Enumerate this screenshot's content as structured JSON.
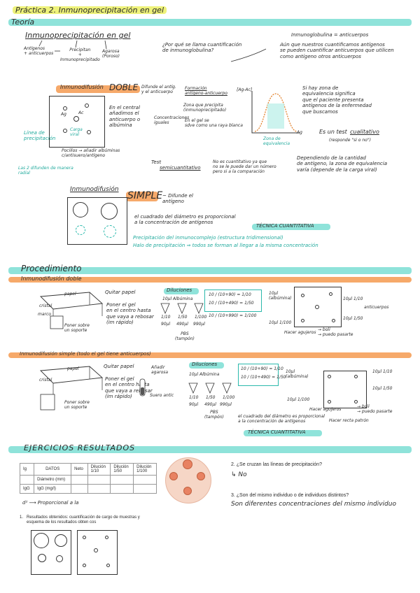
{
  "header": {
    "title": "Práctica 2. Inmunoprecipitación en gel",
    "section_teoria": "Teoría"
  },
  "teoria": {
    "inmuno_gel": "Inmunoprecipitación en gel",
    "antigenos": "Antígenos\n+ anticuerpos",
    "precipitan": "Precipitan\n+\nInmunoprecipitado",
    "agarosa": "Agarosa\n(Poroso)",
    "question": "¿Por qué se llama cuantificación de inmunoglobulina?",
    "inmunoglobulina": "Inmunoglobulina = anticuerpos",
    "aun_que": "Aún que nuestros cuantificamos antígenos\nse pueden cuantificar anticuerpos que utilicen\ncomo antígeno otros anticuerpos",
    "doble_label": "Inmunodifusión",
    "doble_word": "DOBLE",
    "difunde_ambos": "Difunde el antíg.\ny el anticuerpo",
    "formacion": "Formación\nantígeno-anticuerpo",
    "ag_ac_axis": "[Ag-Ac]",
    "ag_axis": "[Ag]",
    "zona_eq_label": "Zona de\nequivalencia",
    "si_hay": "Si hay zona de\nequivalencia significa\nque el paciente presenta\nantígenos de la enfermedad\nque buscamos",
    "test_cual": "Es un test",
    "cualitativo": "cualitativo",
    "responde": "(responde \"si o no\")",
    "central": "En el central\nañadimos el\nanticuerpo o\nalbúmina",
    "concentraciones": "Concentraciones\niguales",
    "zona_precip": "Zona que precipita\n(inmunoprecipitado)",
    "en_gel": "En el gel se\nsdve como una raya blanca",
    "ag": "Ag",
    "ac": "Ac",
    "linea_prec": "Línea de\nprecipitación",
    "pocillos": "Pocillos → añadir albúminas\nc/antisuero/antígeno",
    "las2": "Las 2 difunden de manera\nradial",
    "carga_viral": "Carga\nviral",
    "test_semi": "Test",
    "semicuant": "semicuantitativo",
    "no_cuant": "No es cuantitativo ya que\nno se le puede dar un número\npero si a la comparación",
    "dependiendo": "Dependiendo de la cantidad\nde antígeno, la zona de equivalencia\nvaría (depende de la carga viral)",
    "simple_label": "Inmunodifusión",
    "simple_word": "SIMPLE",
    "difunde_antigeno": "~ Difunde el\nantígeno",
    "cuadrado": "el cuadrado del diámetro es proporcional\na la concentración de antígenos",
    "tecnica_cuant": "TÉCNICA CUANTITATIVA",
    "precipitacion_complejo": "Precipitación del inmunocomplejo (estructura tridimensional)",
    "halo": "Halo de precipitación ⇒ todos se forman al llegar a la misma concentración"
  },
  "procedimiento": {
    "title": "Procedimiento",
    "doble_title": "Inmunodifusión doble",
    "quitar_papel": "Quitar papel",
    "poner_gel": "Poner el gel\nen el centro hasta\nque vaya a rebosar\n(im rápido)",
    "cristal": "cristal",
    "marco": "marco",
    "papel": "papel",
    "poner_sobre": "Poner sobre\nun soporte",
    "diluciones": "Diluciones",
    "d_vals": [
      "10µl",
      "10µl Albúmina"
    ],
    "tubes": [
      "1/10",
      "1/50",
      "1/100"
    ],
    "tube_amounts": [
      "90µl",
      "490µl",
      "990µl"
    ],
    "pbs": "PBS\n(tampón)",
    "frac1": "10 / (10+90) = 1/10",
    "frac2": "10 / (10+490) = 1/50",
    "frac3": "10 / (10+990) = 1/100",
    "anticuerpo": "anticuerpos",
    "albumina_10": "10µl\n(albúmina)",
    "d1": "10µl 1/10",
    "d2": "10µl 1/50",
    "d3": "10µl 1/100",
    "hacer_agujeros": "Hacer agujeros",
    "boli": "→ boli\n→ puedo pasarte",
    "simple_title": "Inmunodifusión simple (todo el gel tiene anticuerpos)",
    "anadir_agarosa": "Añadir\nagarosa",
    "suero_anti": "Suero antic",
    "diluciones2": "Diluciones",
    "s_albumina": "10µl Albúmina",
    "s_albumina2": "10µl\n(albúmina)",
    "s_tube_amounts": [
      "90µl",
      "490µl",
      "990µl"
    ],
    "s_1_10": "10µl 1/10",
    "s_1_50": "10µl 1/50",
    "s_1_100": "10µl 1/100",
    "hacer_recta": "Hacer recta patrón",
    "cuadrado2": "el cuadrado del diámetro es proporcional\na la concentración de antígenos",
    "tecnica_cuant2": "TÉCNICA CUANTITATIVA"
  },
  "ejercicios": {
    "title": "EJERCICIOS RESULTADOS",
    "table": {
      "col_ig": "Ig",
      "col_datos": "DATOS",
      "col_neto": "Neto",
      "col_d10": "Dilución\n1/10",
      "col_d50": "Dilución\n1/50",
      "col_d100": "Dilución\n1/100",
      "row_diam": "Diámetro (mm)",
      "row_igg": "IgG",
      "row_igg_val": "IgG (mg/l)"
    },
    "d2_prop": "d² ⟶ Proporcional a la",
    "caption1": "1.   Resultados obtenidos: cuantificación de cargo de muestras y\n      esquema de los resultados obten cos",
    "q2": "2.   ¿Se cruzan las líneas de precipitación?",
    "a2": "↳ No",
    "q3": "3.   ¿Son del mismo individuo o de individuos distintos?",
    "a3": "Son diferentes concentraciones del mismo individuo"
  },
  "colors": {
    "teal": "#8fe3da",
    "orange": "#f6a96a",
    "yellow": "#eef27a",
    "accent_teal_text": "#1fa99c"
  }
}
